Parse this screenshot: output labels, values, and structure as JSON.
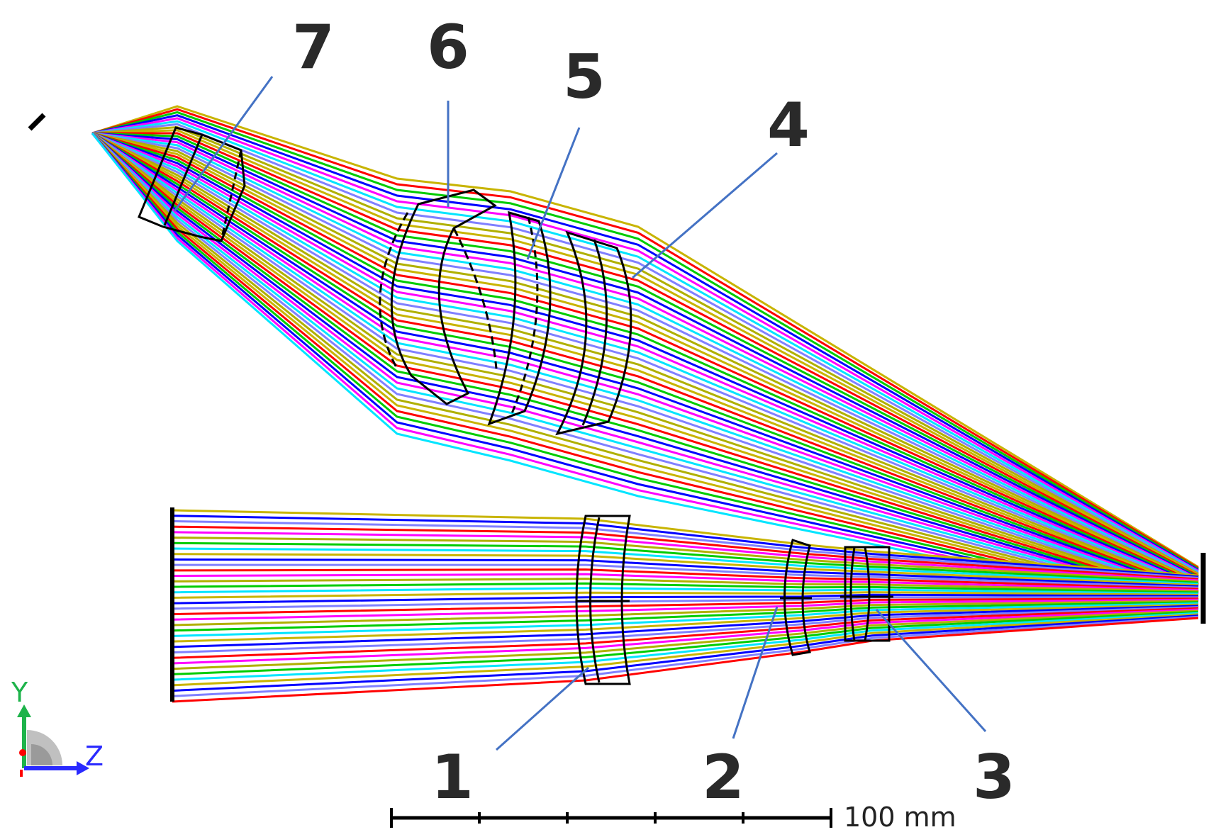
{
  "diagram": {
    "type": "optical-ray-trace-layout",
    "callouts": [
      "1",
      "2",
      "3",
      "4",
      "5",
      "6",
      "7"
    ],
    "scale_bar": {
      "label": "100 mm",
      "divisions": 5
    },
    "axis_triad": {
      "y_label": "Y",
      "z_label": "Z"
    },
    "colors": {
      "ray_colors": [
        "#c8b400",
        "#ff0000",
        "#00cc00",
        "#0000ff",
        "#ff00ff",
        "#00e5ff",
        "#8080ff",
        "#b0b000"
      ],
      "lens_outline": "#000000",
      "callout_line": "#4472c4",
      "callout_text": "#2a2a2a",
      "axis_y": "#1db34a",
      "axis_z": "#2a2aff",
      "axis_x": "#ff0000"
    }
  }
}
